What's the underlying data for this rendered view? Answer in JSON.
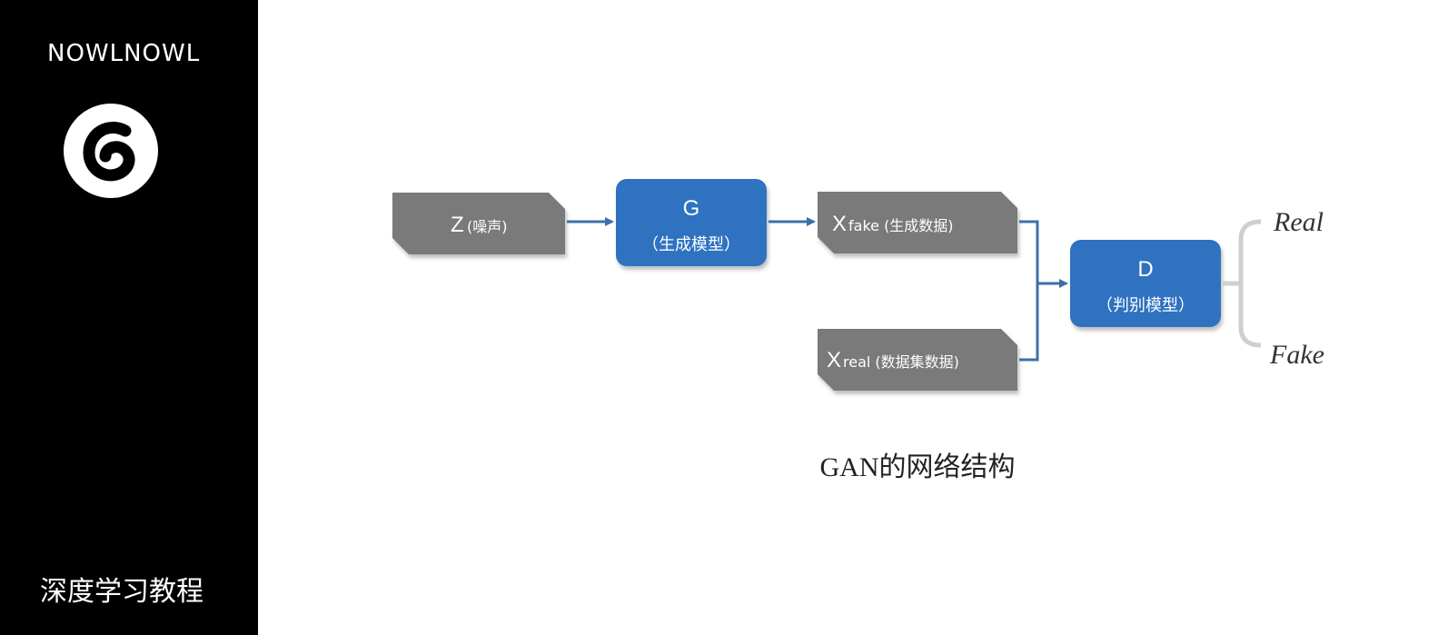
{
  "sidebar": {
    "brand": "NOWLNOWL",
    "course_title": "深度学习教程"
  },
  "diagram": {
    "caption": "GAN的网络结构",
    "nodes": {
      "z": {
        "main": "Z",
        "sub": "(噪声)"
      },
      "g": {
        "main": "G",
        "sub": "（生成模型）"
      },
      "xfake": {
        "main": "X",
        "sub": "fake (生成数据)"
      },
      "xreal": {
        "main": "X",
        "sub": "real (数据集数据)"
      },
      "d": {
        "main": "D",
        "sub": "（判别模型）"
      }
    },
    "outputs": {
      "real": "Real",
      "fake": "Fake"
    },
    "colors": {
      "input_fill": "#7a7a7a",
      "model_fill": "#2f72c0",
      "arrow": "#3c6fa8",
      "bracket": "#cfcfcf"
    }
  }
}
